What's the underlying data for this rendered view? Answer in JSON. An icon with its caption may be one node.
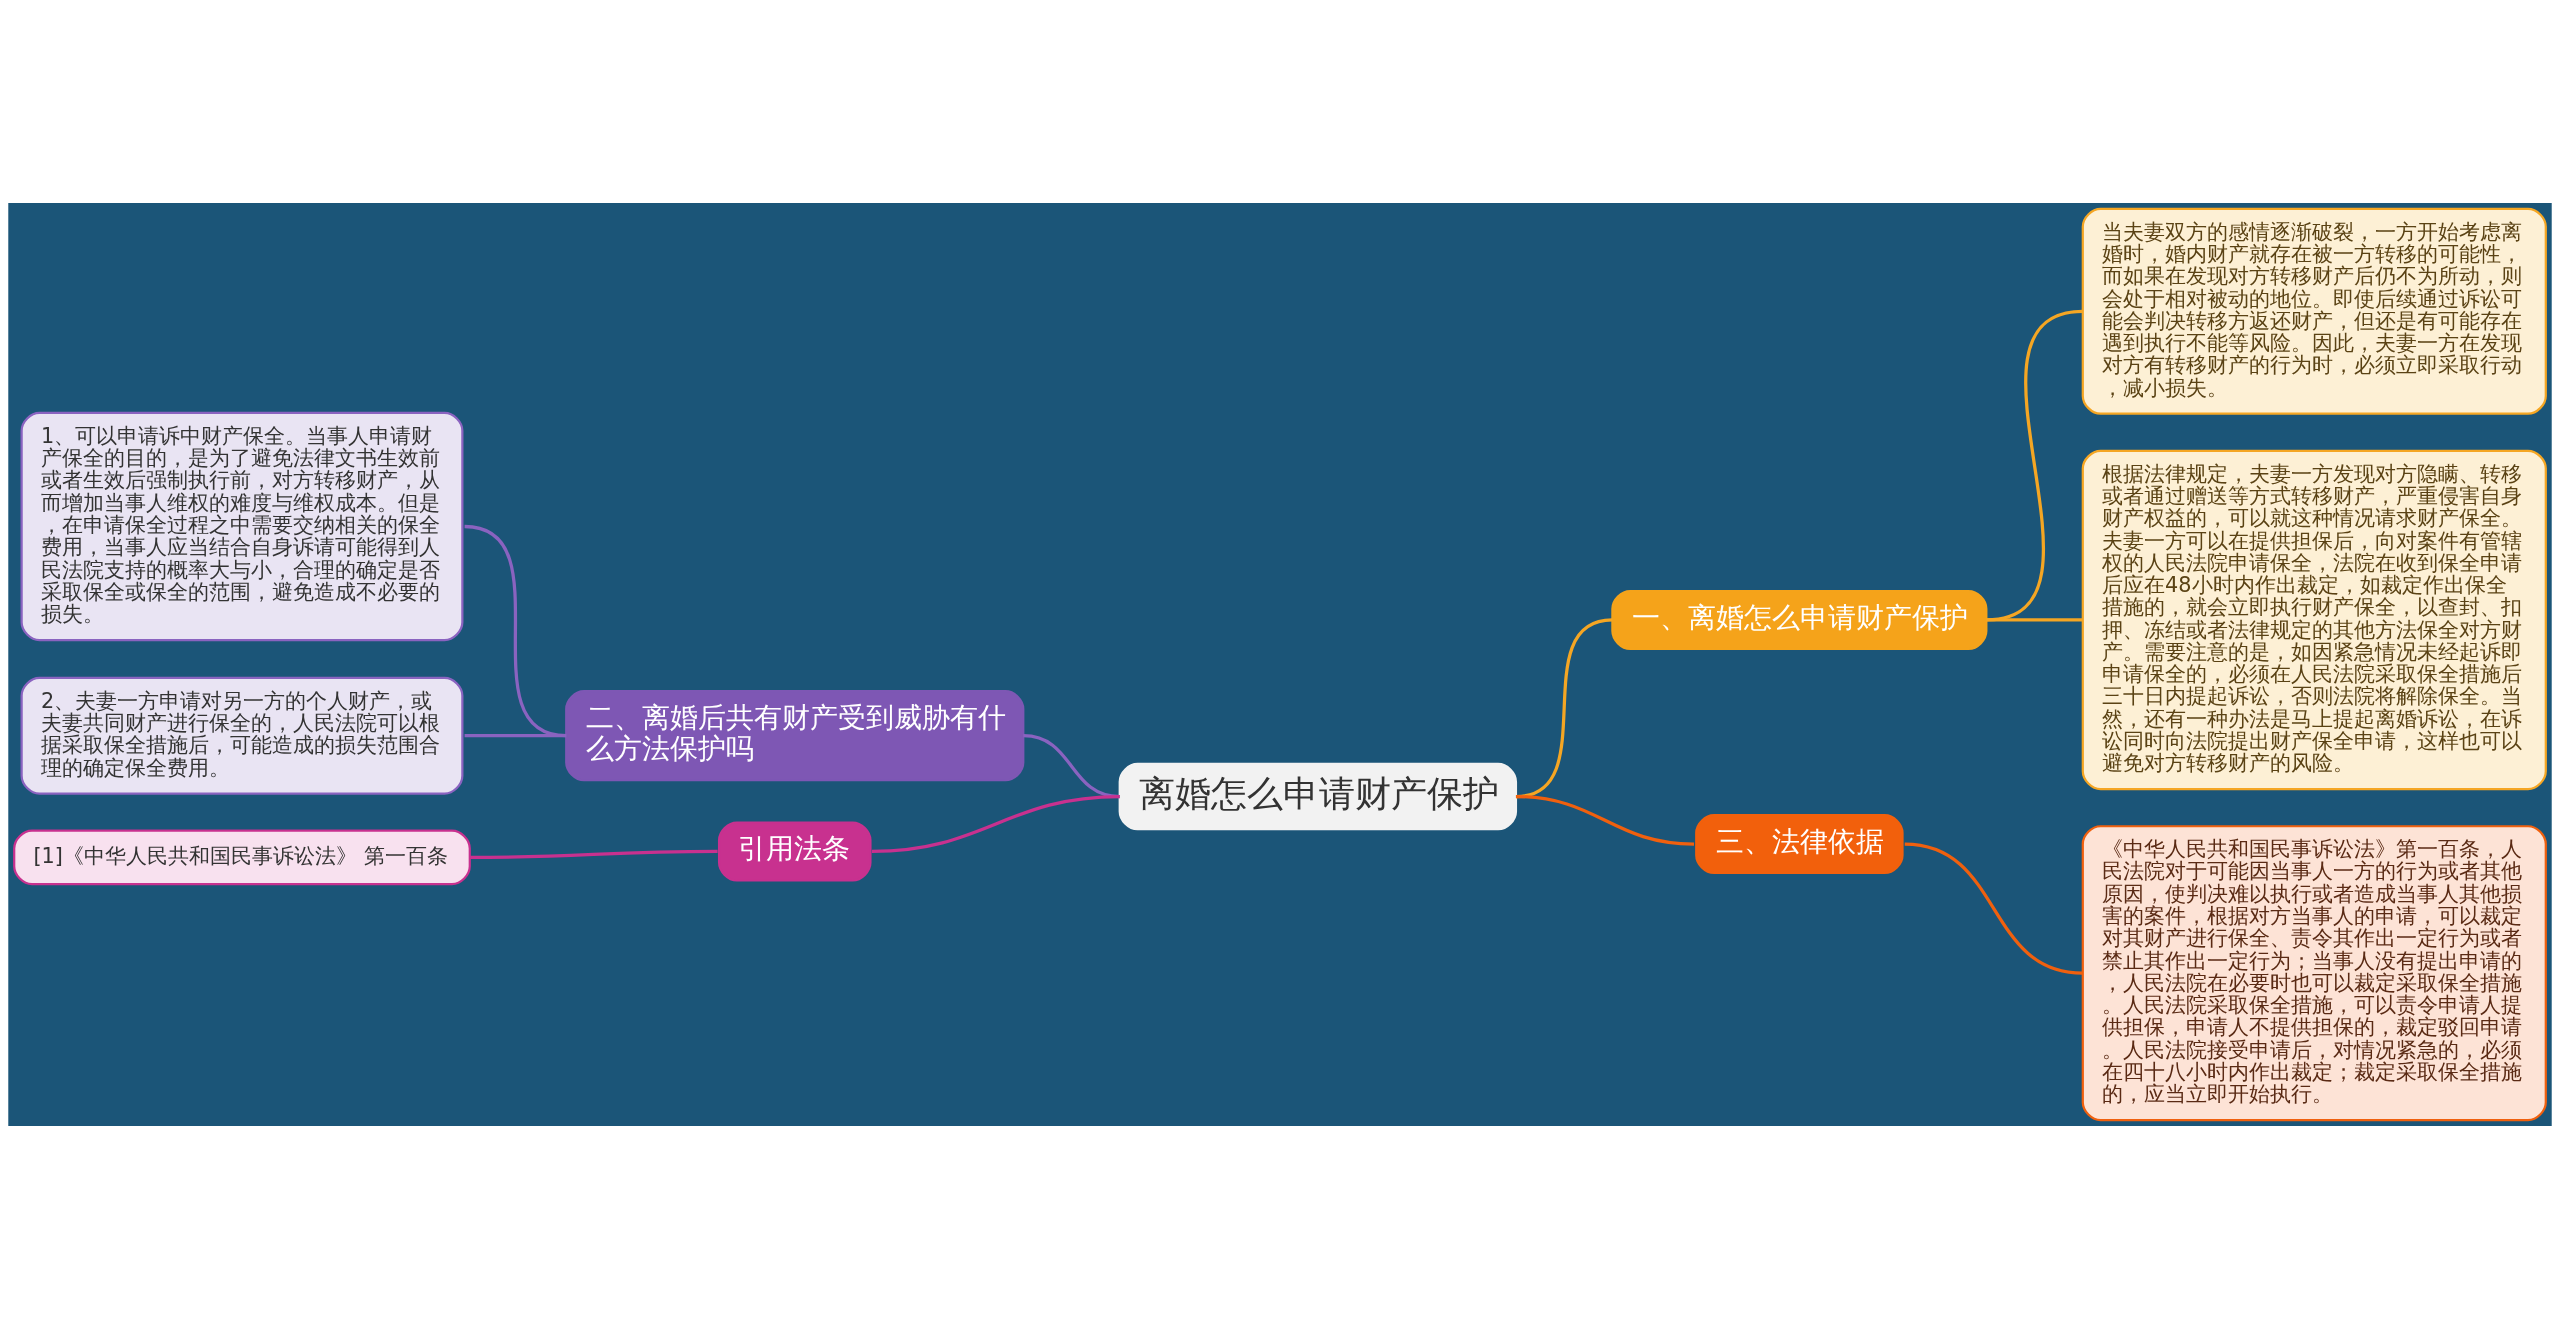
{
  "diagram": {
    "nodes": [
      {
        "text": [
          "离婚怎么申请财产保护"
        ]
      },
      {
        "text": [
          "一、离婚怎么申请财产保护"
        ]
      },
      {
        "text": [
          "当夫妻双方的感情逐渐破裂，一方开始考虑离婚时，婚内财产就存在被一方转移的可能性，而如果在发现对方转移财产后仍不为所动，则会处于相对被动的地位。即使后续通过诉讼可能会判决转移方返还财产，但还是有可能存在遇到执行不能等风险。因此，夫妻一方在发现对方有转移财产的行为时，必须立即采取行动，减小损失。"
        ]
      },
      {
        "text": [
          "根据法律规定，夫妻一方发现对方隐瞒、转移或者通过赠送等方式转移财产，严重侵害自身财产权益的，可以就这种情况请求财产保全。夫妻一方可以在提供担保后，向对案件有管辖权的人民法院申请保全，法院在收到保全申请后应在48小时内作出裁定，如裁定作出保全措施的，就会立即执行财产保全，以查封、扣押、冻结或者法律规定的其他方法保全对方财产。需要注意的是，如因紧急情况未经起诉即申请保全的，必须在人民法院采取保全措施后三十日内提起诉讼，否则法院将解除保全。当然，还有一种办法是马上提起离婚诉讼，在诉讼同时向法院提出财产保全申请，这样也可以避免对方转移财产的风险。"
        ]
      },
      {
        "text": [
          "三、法律依据"
        ]
      },
      {
        "text": [
          "《中华人民共和国民事诉讼法》第一百条，人民法院对于可能因当事人一方的行为或者其他原因，使判决难以执行或者造成当事人其他损害的案件，根据对方当事人的申请，可以裁定对其财产进行保全、责令其作出一定行为或者禁止其作出一定行为；当事人没有提出申请的，人民法院在必要时也可以裁定采取保全措施。人民法院采取保全措施，可以责令申请人提供担保，申请人不提供担保的，裁定驳回申请。人民法院接受申请后，对情况紧急的，必须在四十八小时内作出裁定；裁定采取保全措施的，应当立即开始执行。"
        ]
      },
      {
        "text": [
          "二、离婚后共有财产受到威胁有什么方法保护吗"
        ]
      },
      {
        "text": [
          "1、可以申请诉中财产保全。当事人申请财产保全的目的，是为了避免法律文书生效前或者生效后强制执行前，对方转移财产，从而增加当事人维权的难度与维权成本。但是，在申请保全过程之中需要交纳相关的保全费用，当事人应当结合自身诉请可能得到人民法院支持的概率大与小，合理的确定是否采取保全或保全的范围，避免造成不必要的损失。"
        ]
      },
      {
        "text": [
          "2、夫妻一方申请对另一方的个人财产，或夫妻共同财产进行保全的，人民法院可以根据采取保全措施后，可能造成的损失范围合理的确定保全费用。"
        ]
      },
      {
        "text": [
          "引用法条"
        ]
      },
      {
        "text": [
          "[1]《中华人民共和国民事诉讼法》 第一百条"
        ]
      }
    ],
    "edges": [
      {
        "from": 0,
        "to": 1,
        "arrow": "none"
      },
      {
        "from": 1,
        "to": 2,
        "arrow": "none"
      },
      {
        "from": 1,
        "to": 3,
        "arrow": "none"
      },
      {
        "from": 0,
        "to": 4,
        "arrow": "none",
        "color": "#f0600e"
      },
      {
        "from": 4,
        "to": 5,
        "arrow": "none",
        "color": "#f0600e"
      },
      {
        "from": 6,
        "to": 0,
        "arrow": "none",
        "color": "#8a63c0"
      },
      {
        "from": 7,
        "to": 6,
        "arrow": "none",
        "color": "#8a63c0"
      },
      {
        "from": 8,
        "to": 6,
        "arrow": "none",
        "color": "#8a63c0"
      },
      {
        "from": 9,
        "to": 0,
        "arrow": "none",
        "color": "#c8318f"
      },
      {
        "from": 10,
        "to": 9,
        "arrow": "none",
        "color": "#c8318f"
      }
    ]
  }
}
